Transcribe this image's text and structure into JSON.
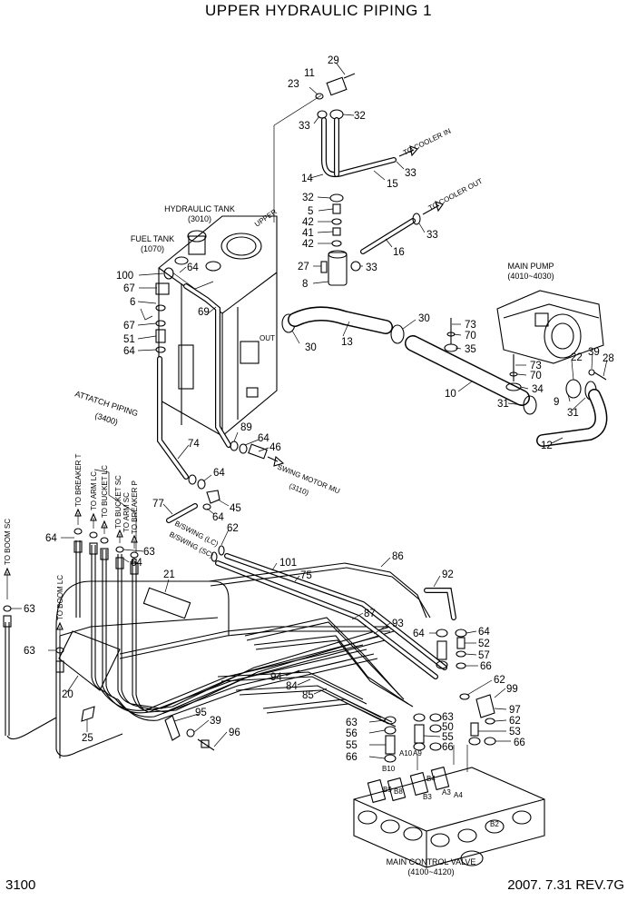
{
  "title": "UPPER HYDRAULIC PIPING 1",
  "page_number": "3100",
  "revision": "2007. 7.31 REV.7G",
  "assemblies": {
    "hydraulic_tank": {
      "name": "HYDRAULIC TANK",
      "ref": "(3010)"
    },
    "fuel_tank": {
      "name": "FUEL TANK",
      "ref": "(1070)"
    },
    "main_pump": {
      "name": "MAIN PUMP",
      "ref": "(4010~4030)"
    },
    "attach_piping": {
      "name": "ATTATCH PIPING",
      "ref": "(3400)"
    },
    "swing_motor": {
      "name": "SWING MOTOR MU",
      "ref": "(3110)"
    },
    "main_control_valve": {
      "name": "MAIN CONTROL VALVE",
      "ref": "(4100~4120)"
    }
  },
  "destinations": {
    "to_cooler_in": "TO COOLER IN",
    "to_cooler_out": "TO COOLER OUT",
    "to_breaker_t": "TO BREAKER T",
    "to_arm_lc": "TO ARM LC",
    "to_bucket_lc": "TO BUCKET LC",
    "to_bucket_sc": "TO BUCKET SC",
    "to_arm_sc": "TO ARM SC",
    "to_breaker_p": "TO BREAKER P",
    "to_boom_sc": "TO BOOM SC",
    "to_boom_lc": "TO BOOM LC"
  },
  "hose_labels": {
    "swing_lc": "B/SWING (LC)",
    "swing_sc": "B/SWING (SC)"
  },
  "tank_labels": {
    "upper": "UPPER",
    "out": "OUT"
  },
  "port_labels": {
    "a10": "A10",
    "a9": "A9",
    "b10": "B10",
    "b9": "B9",
    "b3": "B3",
    "b4": "B4",
    "b2": "B2",
    "a4": "A4",
    "a3": "A3",
    "b8": "B8"
  },
  "parts": {
    "p29": "29",
    "p11": "11",
    "p23": "23",
    "p33a": "33",
    "p32a": "32",
    "p33b": "33",
    "p14": "14",
    "p15": "15",
    "p32b": "32",
    "p5": "5",
    "p42a": "42",
    "p41": "41",
    "p42b": "42",
    "p16": "16",
    "p33c": "33",
    "p27": "27",
    "p33d": "33",
    "p8": "8",
    "p100": "100",
    "p64a": "64",
    "p67a": "67",
    "p6": "6",
    "p67b": "67",
    "p51": "51",
    "p64b": "64",
    "p69": "69",
    "p30a": "30",
    "p13": "13",
    "p30b": "30",
    "p73a": "73",
    "p70a": "70",
    "p35": "35",
    "p73b": "73",
    "p70b": "70",
    "p34": "34",
    "p10": "10",
    "p31a": "31",
    "p22": "22",
    "p39a": "39",
    "p28": "28",
    "p9": "9",
    "p31b": "31",
    "p12": "12",
    "p89": "89",
    "p64c": "64",
    "p46": "46",
    "p74": "74",
    "p64d": "64",
    "p45": "45",
    "p64e": "64",
    "p77": "77",
    "p62a": "62",
    "p101": "101",
    "p75": "75",
    "p86": "86",
    "p92": "92",
    "p64f": "64",
    "p63a": "63",
    "p64g": "64",
    "p21": "21",
    "p63b": "63",
    "p63c": "63",
    "p20": "20",
    "p25": "25",
    "p95": "95",
    "p39b": "39",
    "p96": "96",
    "p87": "87",
    "p93": "93",
    "p94": "94",
    "p84": "84",
    "p85": "85",
    "p64h": "64",
    "p64i": "64",
    "p52": "52",
    "p57": "57",
    "p66a": "66",
    "p62b": "62",
    "p99": "99",
    "p97": "97",
    "p62c": "62",
    "p53": "53",
    "p66b": "66",
    "p63d": "63",
    "p50": "50",
    "p55a": "55",
    "p66c": "66",
    "p63e": "63",
    "p56": "56",
    "p55b": "55",
    "p66d": "66"
  }
}
